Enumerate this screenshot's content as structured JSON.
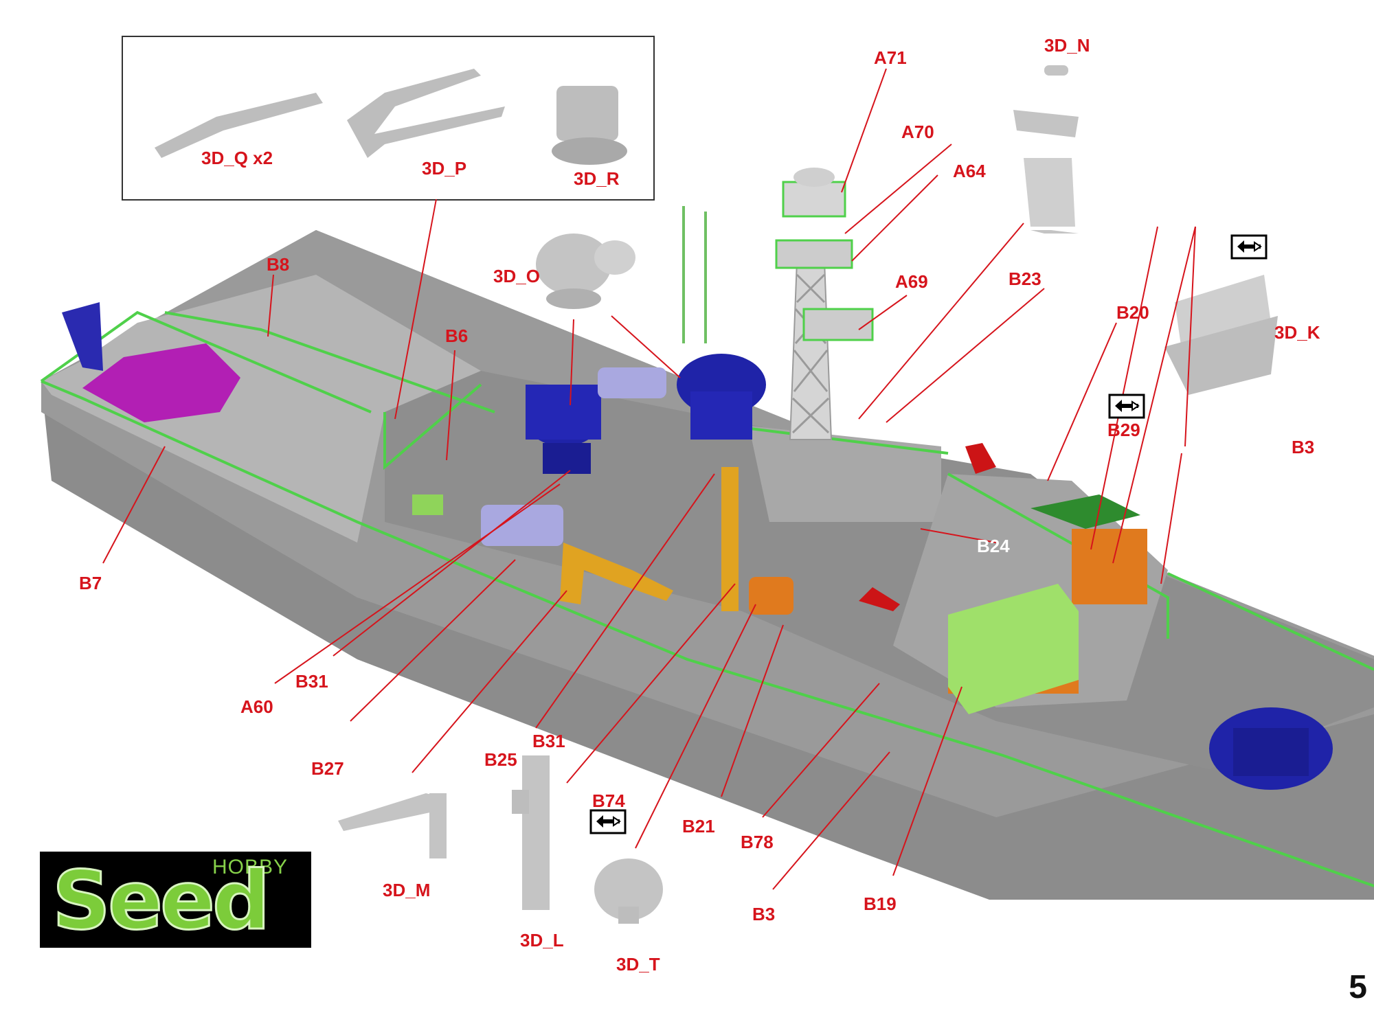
{
  "colors": {
    "hull": "#8a8a8a",
    "deck": "#a8a8a8",
    "part_grey": "#c4c4c4",
    "railing_green": "#4fd04a",
    "label_red": "#d6141c",
    "blue": "#1f23a8",
    "purple": "#b21fb4",
    "orange": "#e07a1e",
    "yellow": "#e0a321",
    "light_green": "#9fe06a",
    "dark_green": "#2e8b2e",
    "red_part": "#cc1416",
    "lavender": "#a9a8e0"
  },
  "inset_labels": [
    "3D_Q x2",
    "3D_P",
    "3D_R"
  ],
  "labels": {
    "A71": "A71",
    "A70": "A70",
    "A64": "A64",
    "A69": "A69",
    "A60": "A60",
    "B8": "B8",
    "B6": "B6",
    "B7": "B7",
    "B23": "B23",
    "B20": "B20",
    "B29": "B29",
    "B3_right": "B3",
    "B3_bottom": "B3",
    "B24": "B24",
    "B31_a": "B31",
    "B31_b": "B31",
    "B27": "B27",
    "B25": "B25",
    "B74": "B74",
    "B21": "B21",
    "B78": "B78",
    "B19": "B19",
    "D_O": "3D_O",
    "D_N": "3D_N",
    "D_K": "3D_K",
    "D_M": "3D_M",
    "D_L": "3D_L",
    "D_T": "3D_T"
  },
  "icons": [
    "swap-arrows-icon",
    "swap-arrows-icon",
    "swap-arrows-icon"
  ],
  "logo": {
    "hobby": "HOBBY",
    "brand": "Seed"
  },
  "page_number": "5"
}
